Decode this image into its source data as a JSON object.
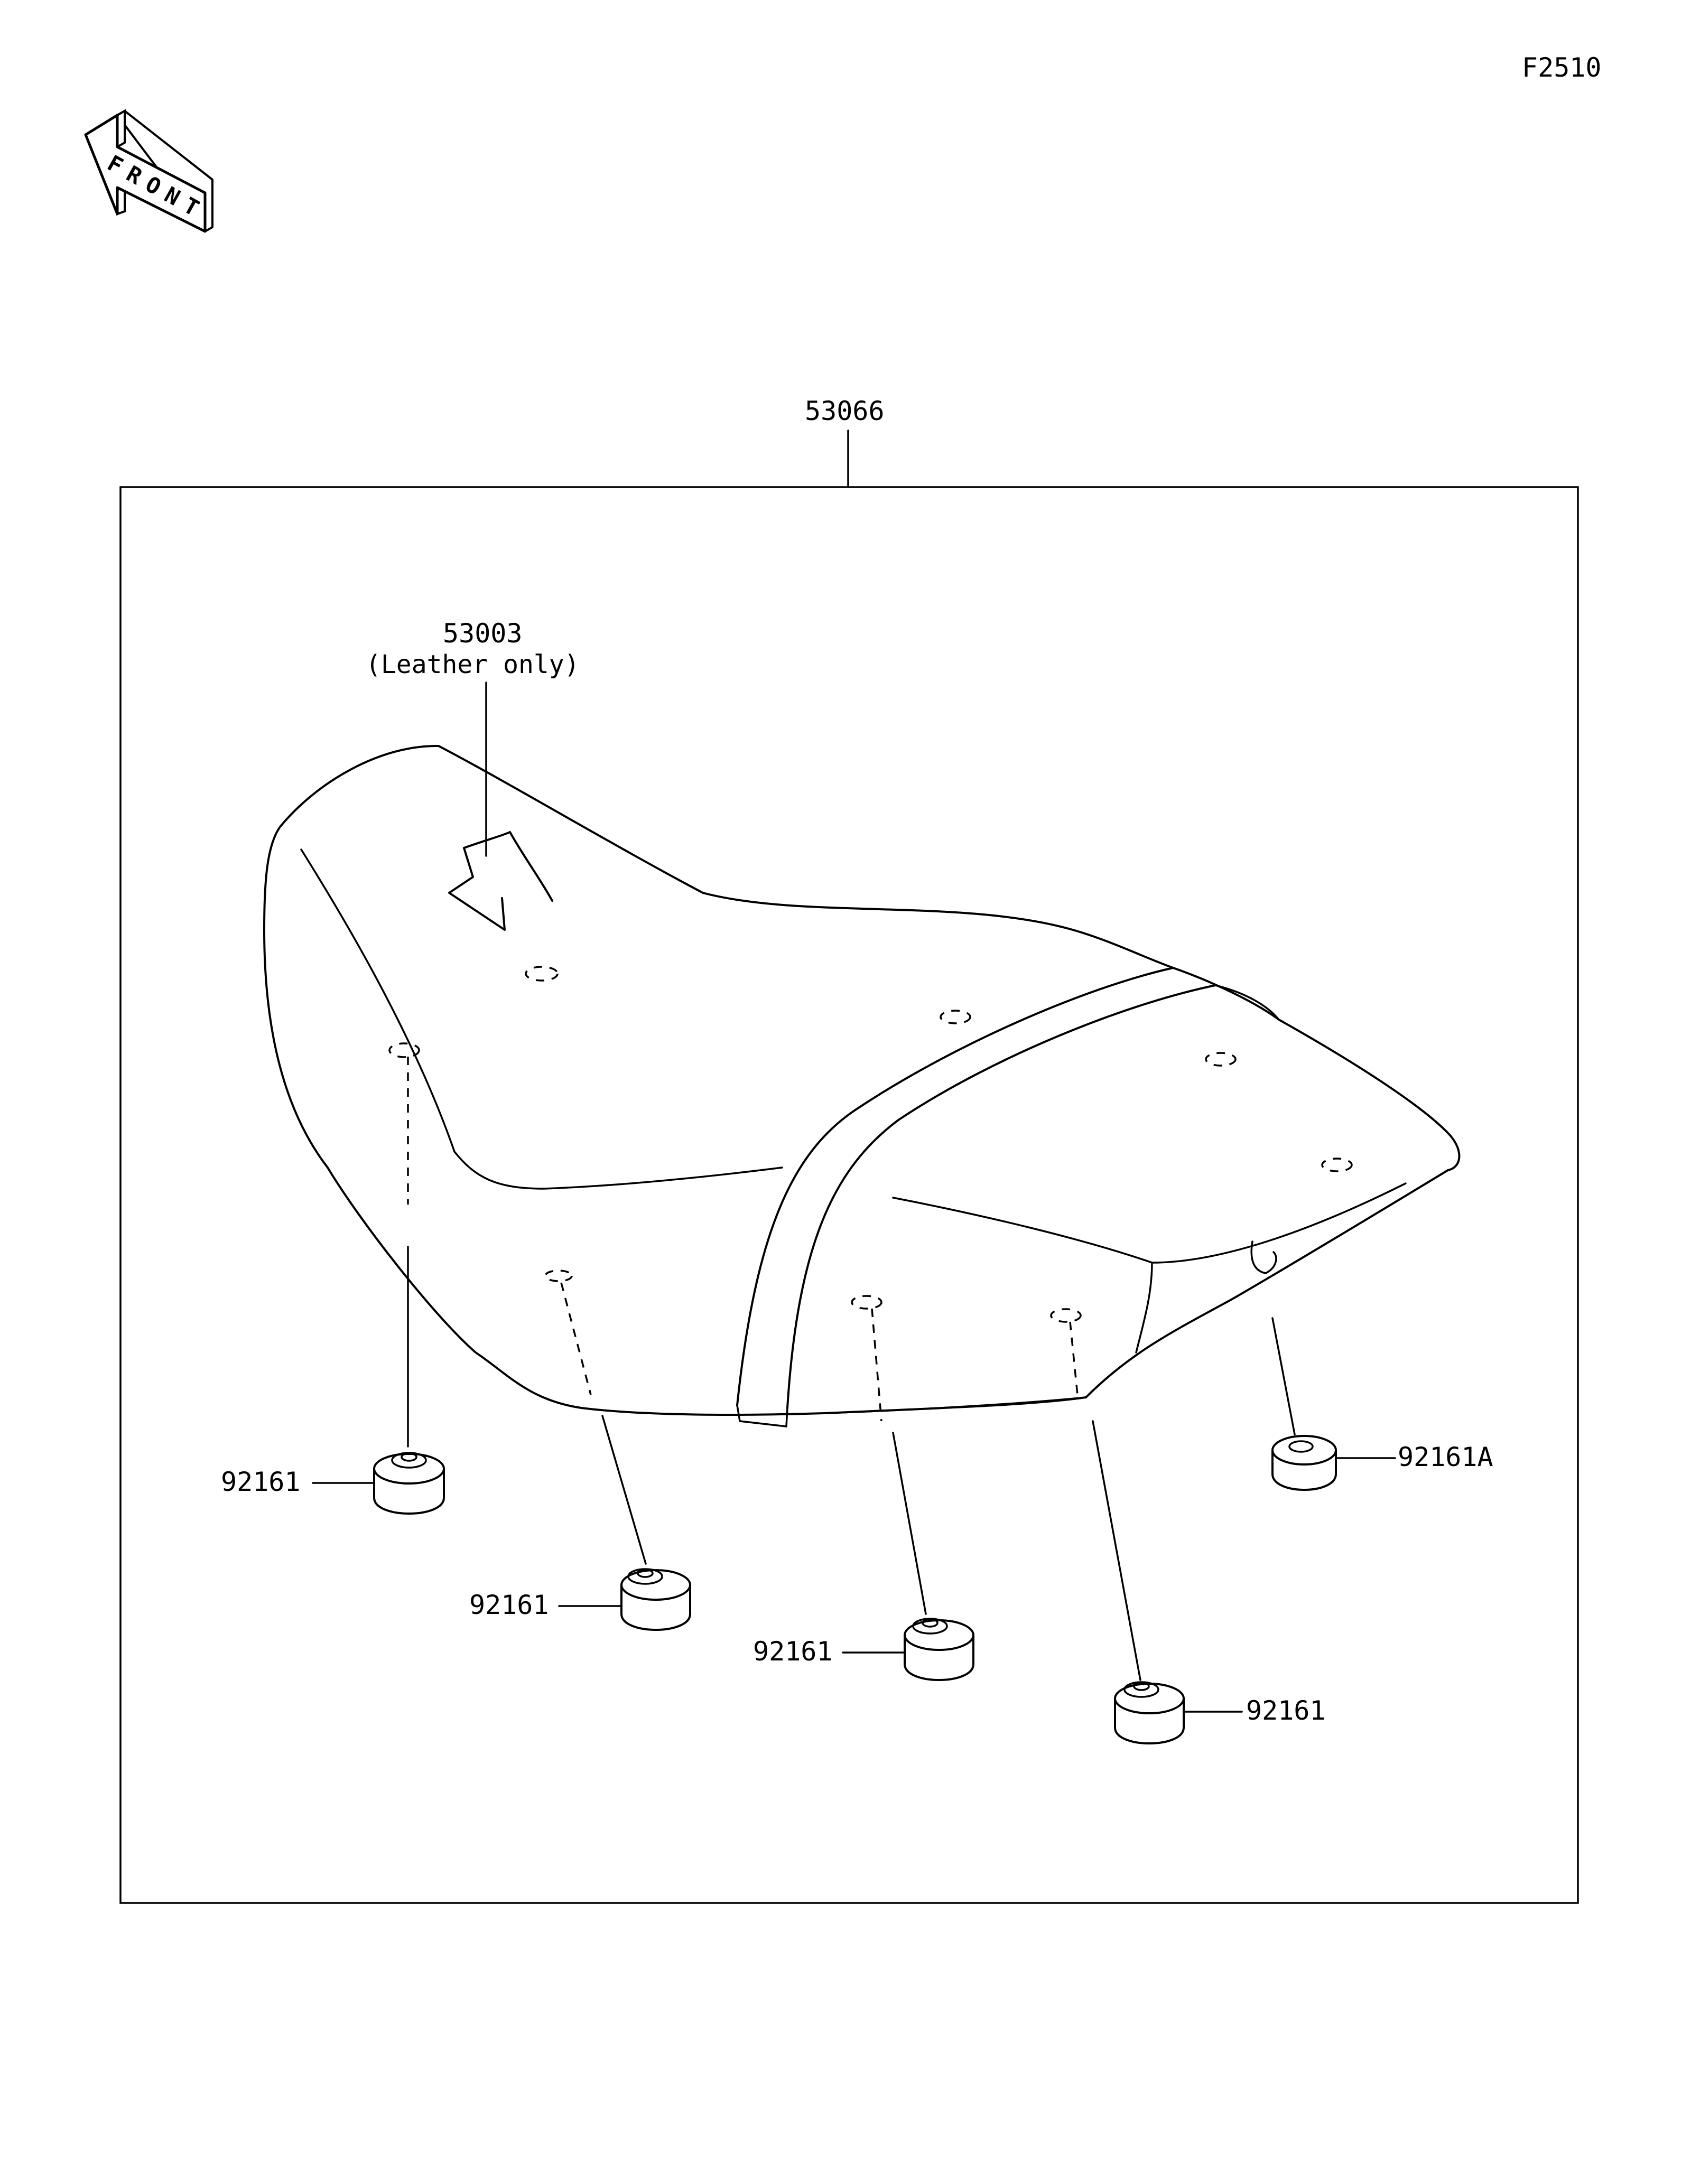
{
  "figure_code": "F2510",
  "front_arrow_text": "FRONT",
  "callouts": {
    "seat_assembly": "53066",
    "leather_part": "53003",
    "leather_note": "(Leather only)",
    "damper_1": "92161",
    "damper_2": "92161",
    "damper_3": "92161",
    "damper_4": "92161",
    "damper_a": "92161A"
  },
  "icons": {
    "front_arrow": "front-arrow-icon"
  }
}
